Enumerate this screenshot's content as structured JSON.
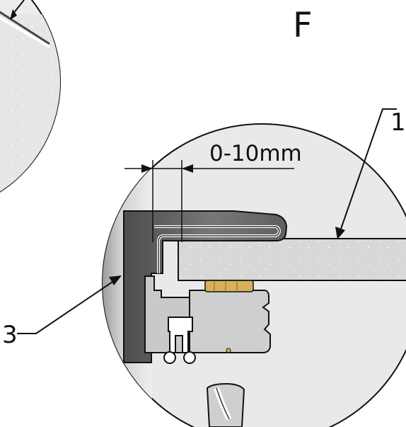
{
  "detail": {
    "letter": "F"
  },
  "dimension": {
    "label": "0-10mm"
  },
  "callouts": {
    "one": "1",
    "three": "3"
  },
  "colors": {
    "background": "#ffffff",
    "detail_circle_fill": "#e9e9e9",
    "stone_fill": "#d9d9d9",
    "bracket_dark": "#6f6f6f",
    "bracket_light": "#cfcfcf",
    "insert_fill": "#c9c9c9",
    "screw_gold": "#d7b15a",
    "line": "#111111"
  }
}
